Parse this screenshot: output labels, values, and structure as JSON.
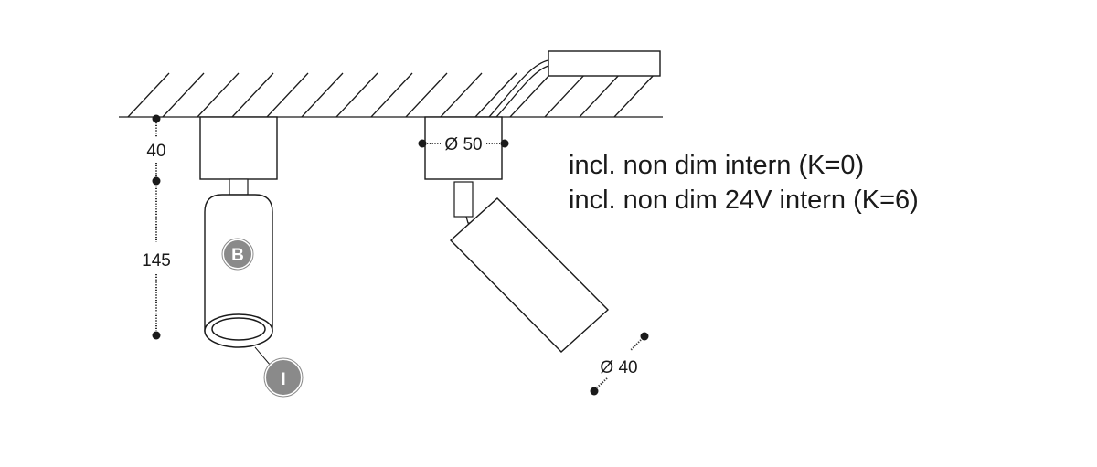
{
  "dimensions": {
    "base_height": "40",
    "body_height": "145",
    "base_diameter": "Ø 50",
    "head_diameter": "Ø 40"
  },
  "badges": {
    "b": "B",
    "i": "I"
  },
  "notes": {
    "line1": "incl. non dim intern (K=0)",
    "line2": "incl. non dim 24V intern (K=6)"
  },
  "colors": {
    "badge_fill": "#8a8a8a",
    "line": "#1a1a1a"
  }
}
